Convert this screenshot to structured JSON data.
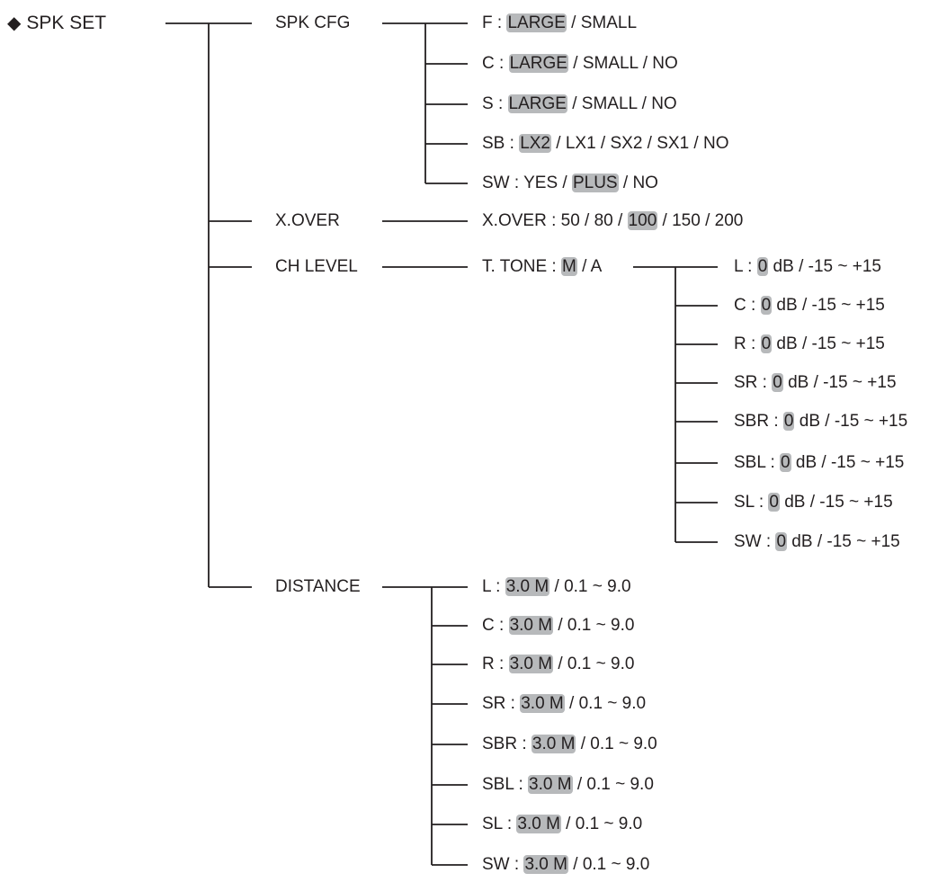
{
  "root": {
    "icon": "diamond-icon",
    "glyph": "◆",
    "label": "SPK SET"
  },
  "colors": {
    "highlight": "#b7b9bb",
    "text": "#231f20",
    "line": "#231f20"
  },
  "branches": [
    {
      "label": "SPK CFG",
      "children": [
        [
          {
            "t": "F : "
          },
          {
            "t": "LARGE",
            "hl": true
          },
          {
            "t": " / SMALL"
          }
        ],
        [
          {
            "t": "C : "
          },
          {
            "t": "LARGE",
            "hl": true
          },
          {
            "t": " / SMALL / NO"
          }
        ],
        [
          {
            "t": "S : "
          },
          {
            "t": "LARGE",
            "hl": true
          },
          {
            "t": " / SMALL / NO"
          }
        ],
        [
          {
            "t": "SB : "
          },
          {
            "t": "LX2",
            "hl": true
          },
          {
            "t": " / LX1 / SX2 / SX1 / NO"
          }
        ],
        [
          {
            "t": "SW : YES / "
          },
          {
            "t": "PLUS",
            "hl": true
          },
          {
            "t": " / NO"
          }
        ]
      ]
    },
    {
      "label": "X.OVER",
      "children": [
        [
          {
            "t": "X.OVER : 50 / 80 / "
          },
          {
            "t": "100",
            "hl": true
          },
          {
            "t": " / 150 / 200"
          }
        ]
      ]
    },
    {
      "label": "CH LEVEL",
      "children": [
        [
          {
            "t": "T. TONE : "
          },
          {
            "t": "M",
            "hl": true
          },
          {
            "t": " / A"
          }
        ]
      ],
      "grandchildren": [
        [
          {
            "t": "L : "
          },
          {
            "t": "0",
            "hl": true
          },
          {
            "t": " dB / -15 ~ +15"
          }
        ],
        [
          {
            "t": "C : "
          },
          {
            "t": "0",
            "hl": true
          },
          {
            "t": " dB / -15 ~ +15"
          }
        ],
        [
          {
            "t": "R : "
          },
          {
            "t": "0",
            "hl": true
          },
          {
            "t": " dB / -15 ~ +15"
          }
        ],
        [
          {
            "t": "SR : "
          },
          {
            "t": "0",
            "hl": true
          },
          {
            "t": " dB / -15 ~ +15"
          }
        ],
        [
          {
            "t": "SBR : "
          },
          {
            "t": "0",
            "hl": true
          },
          {
            "t": " dB / -15 ~ +15"
          }
        ],
        [
          {
            "t": "SBL : "
          },
          {
            "t": "0",
            "hl": true
          },
          {
            "t": " dB / -15 ~ +15"
          }
        ],
        [
          {
            "t": "SL : "
          },
          {
            "t": "0",
            "hl": true
          },
          {
            "t": " dB / -15 ~ +15"
          }
        ],
        [
          {
            "t": "SW : "
          },
          {
            "t": "0",
            "hl": true
          },
          {
            "t": " dB / -15 ~ +15"
          }
        ]
      ]
    },
    {
      "label": "DISTANCE",
      "children": [
        [
          {
            "t": "L : "
          },
          {
            "t": "3.0 M",
            "hl": true
          },
          {
            "t": " / 0.1 ~ 9.0"
          }
        ],
        [
          {
            "t": "C : "
          },
          {
            "t": "3.0 M",
            "hl": true
          },
          {
            "t": " / 0.1 ~ 9.0"
          }
        ],
        [
          {
            "t": "R : "
          },
          {
            "t": "3.0 M",
            "hl": true
          },
          {
            "t": " / 0.1 ~ 9.0"
          }
        ],
        [
          {
            "t": "SR : "
          },
          {
            "t": "3.0 M",
            "hl": true
          },
          {
            "t": " / 0.1 ~ 9.0"
          }
        ],
        [
          {
            "t": "SBR : "
          },
          {
            "t": "3.0 M",
            "hl": true
          },
          {
            "t": " / 0.1 ~ 9.0"
          }
        ],
        [
          {
            "t": "SBL : "
          },
          {
            "t": "3.0 M",
            "hl": true
          },
          {
            "t": " / 0.1 ~ 9.0"
          }
        ],
        [
          {
            "t": "SL : "
          },
          {
            "t": "3.0 M",
            "hl": true
          },
          {
            "t": " / 0.1 ~ 9.0"
          }
        ],
        [
          {
            "t": "SW : "
          },
          {
            "t": "3.0 M",
            "hl": true
          },
          {
            "t": " / 0.1 ~ 9.0"
          }
        ]
      ]
    }
  ]
}
